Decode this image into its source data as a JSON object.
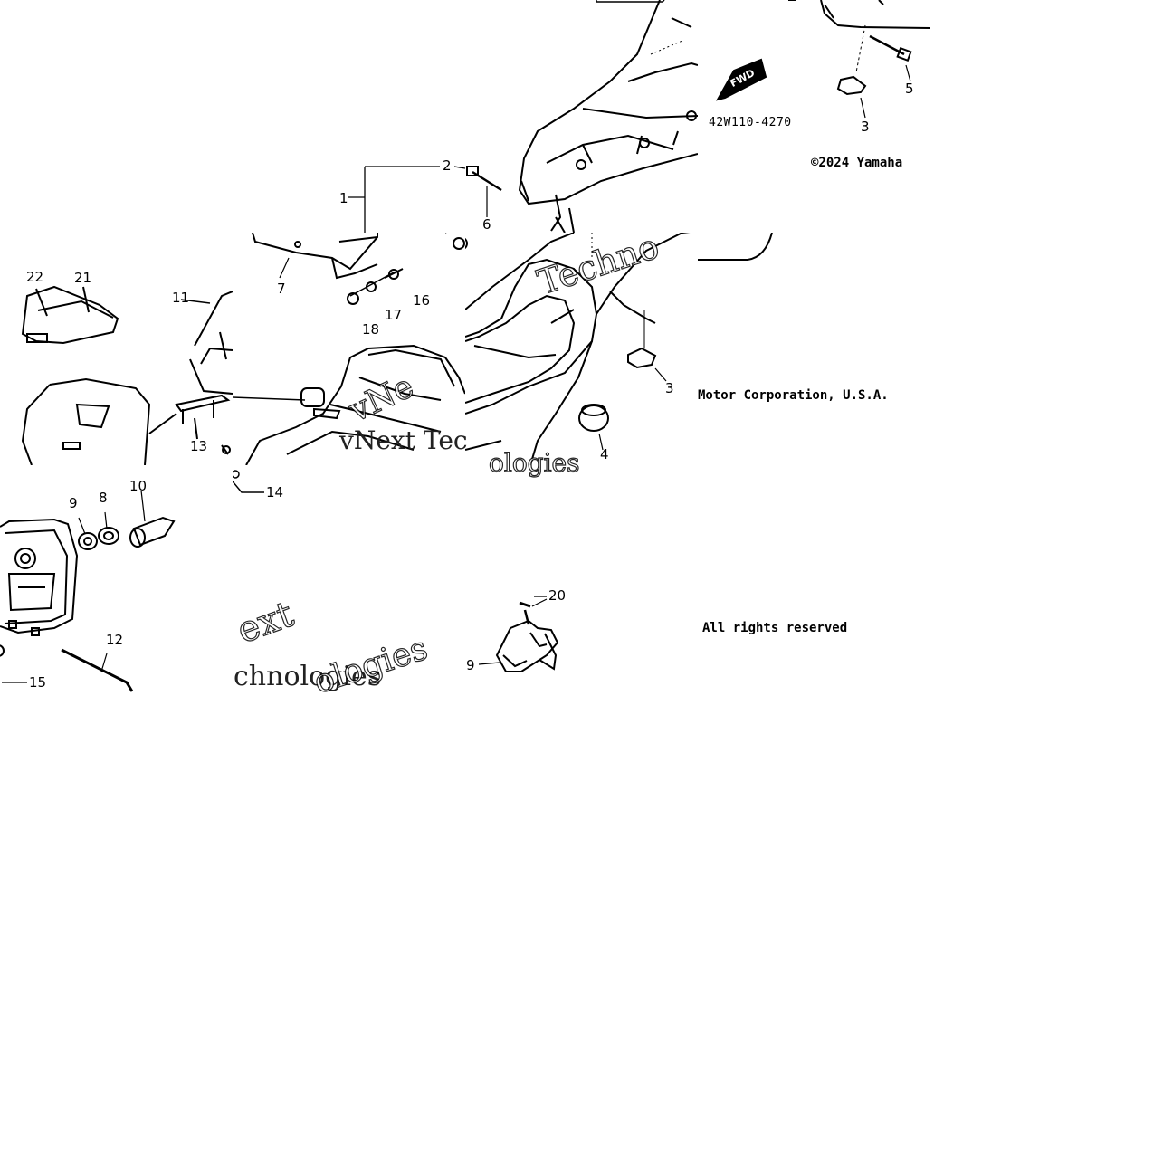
{
  "callouts": {
    "c1": "1",
    "c2": "2",
    "c3a": "3",
    "c3b": "3",
    "c4": "4",
    "c5": "5",
    "c6": "6",
    "c7": "7",
    "c8": "8",
    "c9a": "9",
    "c9b": "9",
    "c10": "10",
    "c11": "11",
    "c12": "12",
    "c13": "13",
    "c14": "14",
    "c15": "15",
    "c16": "16",
    "c17": "17",
    "c18": "18",
    "c20": "20",
    "c21": "21",
    "c22": "22"
  },
  "fwd_label": "FWD",
  "part_number": "42W110-4270",
  "copyright": {
    "line1": "©2024 Yamaha",
    "line2": "Motor Corporation, U.S.A.",
    "line3": "All rights reserved"
  },
  "watermark": {
    "w1": "Techno",
    "w2": "vNext Tec",
    "w3": "ologies",
    "w4": "ext",
    "w5": "chnologies",
    "w6": "vNe"
  }
}
